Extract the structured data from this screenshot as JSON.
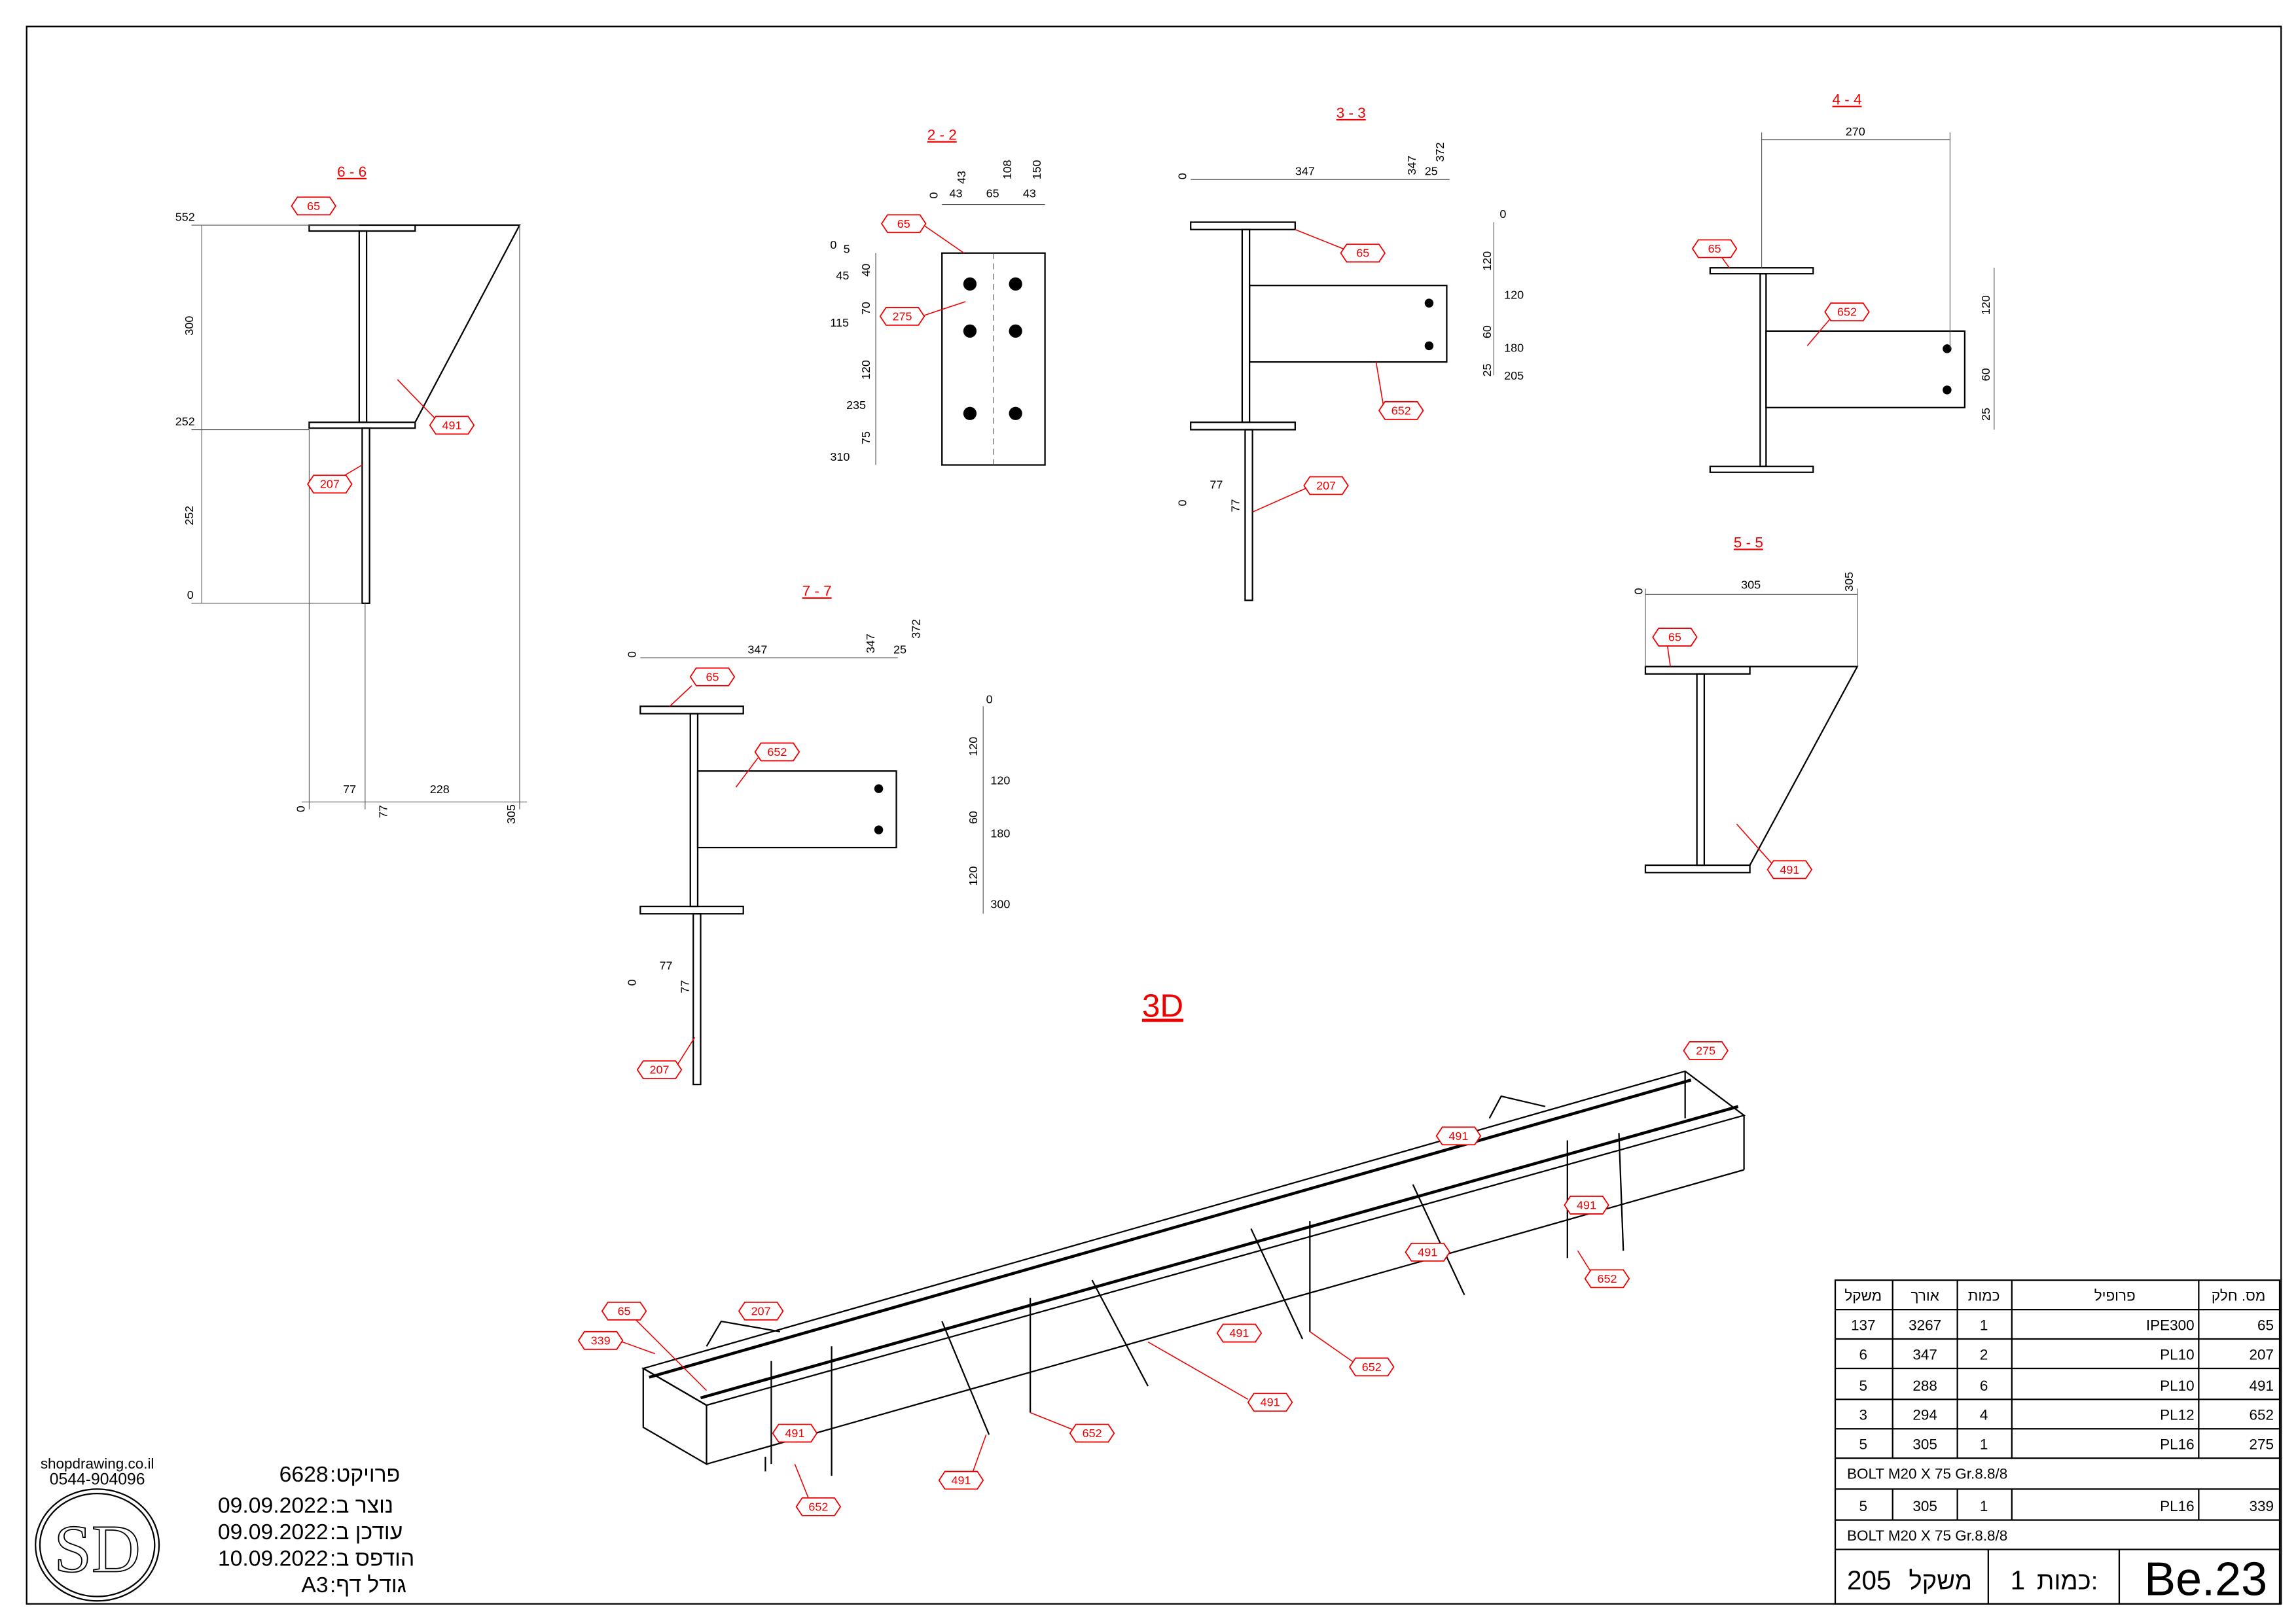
{
  "sections": {
    "s66": {
      "title": "6 - 6",
      "dims": [
        "552",
        "300",
        "252",
        "252",
        "0",
        "0",
        "77",
        "77",
        "228",
        "305"
      ],
      "callouts": [
        "65",
        "491",
        "207"
      ]
    },
    "s22": {
      "title": "2 - 2",
      "dims": [
        "0",
        "43",
        "43",
        "108",
        "65",
        "150",
        "43",
        "0",
        "5",
        "45",
        "40",
        "115",
        "70",
        "120",
        "235",
        "75",
        "310"
      ],
      "callouts": [
        "65",
        "275"
      ]
    },
    "s33": {
      "title": "3 - 3",
      "dims": [
        "0",
        "347",
        "347",
        "25",
        "372",
        "0",
        "120",
        "120",
        "60",
        "180",
        "25",
        "205",
        "0",
        "77",
        "77"
      ],
      "callouts": [
        "65",
        "652",
        "207"
      ]
    },
    "s44": {
      "title": "4 - 4",
      "dims": [
        "270",
        "120",
        "60",
        "25"
      ],
      "callouts": [
        "65",
        "652"
      ]
    },
    "s55": {
      "title": "5 - 5",
      "dims": [
        "0",
        "305",
        "305"
      ],
      "callouts": [
        "65",
        "491"
      ]
    },
    "s77": {
      "title": "7 - 7",
      "dims": [
        "0",
        "347",
        "347",
        "25",
        "372",
        "0",
        "120",
        "120",
        "60",
        "180",
        "120",
        "300",
        "0",
        "77",
        "77"
      ],
      "callouts": [
        "65",
        "652",
        "207"
      ]
    },
    "iso": {
      "title": "3D",
      "callouts": [
        "275",
        "207",
        "65",
        "339",
        "491",
        "491",
        "491",
        "491",
        "491",
        "491",
        "491",
        "652",
        "652",
        "652",
        "652"
      ]
    }
  },
  "table": {
    "headers": [
      "משקל",
      "אורך",
      "כמות",
      "פרופיל",
      "מס. חלק"
    ],
    "rows": [
      [
        "137",
        "3267",
        "1",
        "IPE300",
        "65"
      ],
      [
        "6",
        "347",
        "2",
        "PL10",
        "207"
      ],
      [
        "5",
        "288",
        "6",
        "PL10",
        "491"
      ],
      [
        "3",
        "294",
        "4",
        "PL12",
        "652"
      ],
      [
        "5",
        "305",
        "1",
        "PL16",
        "275"
      ]
    ],
    "bolt1": "BOLT M20 X 75 Gr.8.8/8",
    "row6": [
      "5",
      "305",
      "1",
      "PL16",
      "339"
    ],
    "bolt2": "BOLT M20 X 75 Gr.8.8/8",
    "weight_value": "205",
    "weight_label": "משקל",
    "qty_value": "1",
    "qty_label": "כמות:",
    "part_id": "Be.23"
  },
  "titleblock": {
    "website": "shopdrawing.co.il",
    "phone": "0544-904096",
    "logo": "SD",
    "project_label": ":פרויקט",
    "project_value": "6628",
    "created_label": ":נוצר ב",
    "created_value": "09.09.2022",
    "updated_label": ":עודכן ב",
    "updated_value": "09.09.2022",
    "printed_label": ":הודפס ב",
    "printed_value": "10.09.2022",
    "size_label": ":גודל דף",
    "size_value": "A3"
  },
  "colors": {
    "callout": "#e00000",
    "line": "#000000"
  }
}
